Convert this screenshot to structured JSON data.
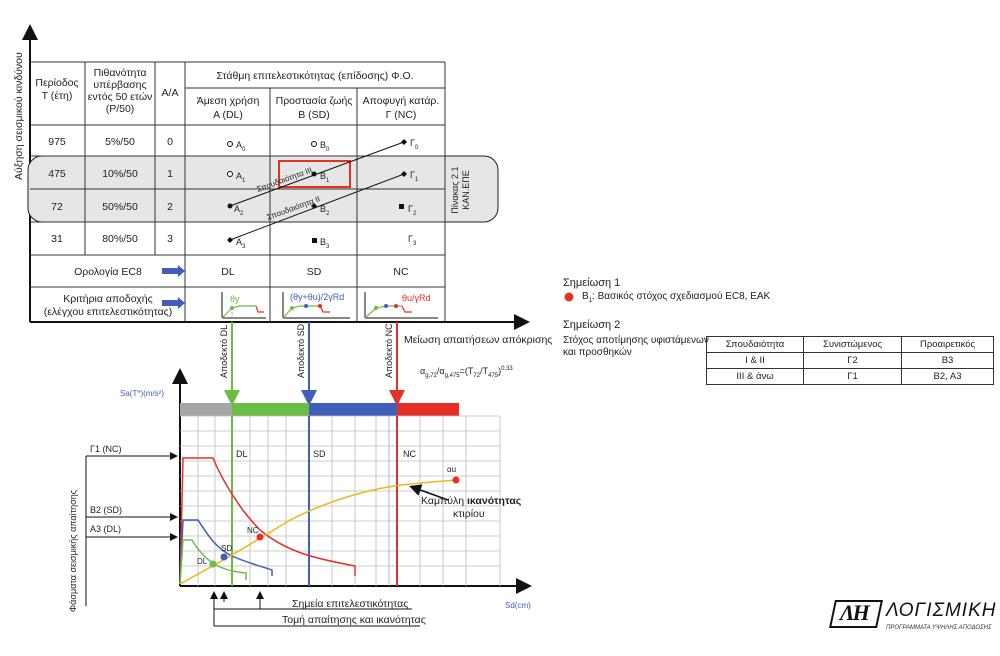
{
  "axes": {
    "y_left": "Αύξηση σεισμικού κινδύνου",
    "x_bottom": "Μείωση απαιτήσεων απόκρισης"
  },
  "table": {
    "head_period": "Περίοδος",
    "head_period_unit": "Τ (έτη)",
    "head_prob_1": "Πιθανότητα",
    "head_prob_2": "υπέρβασης",
    "head_prob_3": "εντός 50 ετών",
    "head_prob_4": "(P/50)",
    "head_aa": "Α/Α",
    "head_level": "Στάθμη επιτελεστικότητας (επίδοσης) Φ.Ο.",
    "col_a_1": "Άμεση χρήση",
    "col_a_2": "Α (DL)",
    "col_b_1": "Προστασία ζωής",
    "col_b_2": "Β (SD)",
    "col_c_1": "Αποφυγή κατάρ.",
    "col_c_2": "Γ (NC)",
    "rows": [
      {
        "period": "975",
        "prob": "5%/50",
        "aa": "0",
        "a": "A",
        "a_sub": "0",
        "b": "B",
        "b_sub": "0",
        "c": "Γ",
        "c_sub": "0"
      },
      {
        "period": "475",
        "prob": "10%/50",
        "aa": "1",
        "a": "A",
        "a_sub": "1",
        "b": "B",
        "b_sub": "1",
        "c": "Γ",
        "c_sub": "1"
      },
      {
        "period": "72",
        "prob": "50%/50",
        "aa": "2",
        "a": "A",
        "a_sub": "2",
        "b": "B",
        "b_sub": "2",
        "c": "Γ",
        "c_sub": "2"
      },
      {
        "period": "31",
        "prob": "80%/50",
        "aa": "3",
        "a": "A",
        "a_sub": "3",
        "b": "B",
        "b_sub": "3",
        "c": "Γ",
        "c_sub": "3"
      }
    ],
    "importance_3": "Σπουδαιότητα III",
    "importance_2": "Σπουδαιότητα II",
    "side_label_1": "Πίνακας 2.1",
    "side_label_2": "ΚΑΝ.ΕΠΕ",
    "ec8_label": "Ορολογία EC8",
    "ec8_dl": "DL",
    "ec8_sd": "SD",
    "ec8_nc": "NC",
    "criteria_1": "Κριτήρια αποδοχής",
    "criteria_2": "(ελέγχου επιτελεστικότητας)",
    "crit_a": "θy",
    "crit_b": "(θy+θu)/2γRd",
    "crit_c": "θu/γRd"
  },
  "notes": {
    "note1_title": "Σημείωση 1",
    "note1_sym": "B",
    "note1_sub": "1",
    "note1_text": ": Βασικός στόχος σχεδιασμού EC8, ΕΑΚ",
    "note2_title": "Σημείωση 2",
    "note2_line1": "Στόχος αποτίμησης υφιστάμενων",
    "note2_line2": "και προσθηκών",
    "res_headers": [
      "Σπουδαιότητα",
      "Συνιστώμενος",
      "Προαιρετικός"
    ],
    "res_rows": [
      [
        "I & II",
        "Γ2",
        "B3"
      ],
      [
        "III & άνω",
        "Γ1",
        "B2, A3"
      ]
    ]
  },
  "bottom": {
    "index_dl": "Αποδεκτό DL",
    "index_sd": "Αποδεκτό SD",
    "index_nc": "Αποδεκτό NC",
    "formula": "αg,72/αg,475=(T72/T475)0.33",
    "y_label": "Sa(T*)(m/s²)",
    "x_label": "Sd(cm)",
    "zone_dl": "DL",
    "zone_sd": "SD",
    "zone_nc": "NC",
    "capacity_1": "Καμπύλη",
    "capacity_2": "ικανότητας",
    "capacity_3": "κτιρίου",
    "au": "αu",
    "pt_nc": "NC",
    "pt_sd": "SD",
    "pt_dl": "DL",
    "spec_label": "Φάσματα σεισμικής απαίτησης",
    "spec_g1": "Γ1 (NC)",
    "spec_b2": "B2 (SD)",
    "spec_a3": "A3 (DL)",
    "perf_points": "Σημεία επιτελεστικότητας",
    "intersection": "Τομή απαίτησης και ικανότητας"
  },
  "logo": {
    "mark": "ΛΗ",
    "name": "ΛΟΓΙΣΜΙΚΗ",
    "sub": "ΠΡΟΓΡΑΜΜΑΤΑ ΥΨΗΛΗΣ ΑΠΟΔΟΣΗΣ"
  },
  "colors": {
    "green": "#6cbd45",
    "blue": "#3f5fb8",
    "red": "#e53028",
    "orange": "#f2b41c",
    "gray": "#a6a6a6"
  }
}
